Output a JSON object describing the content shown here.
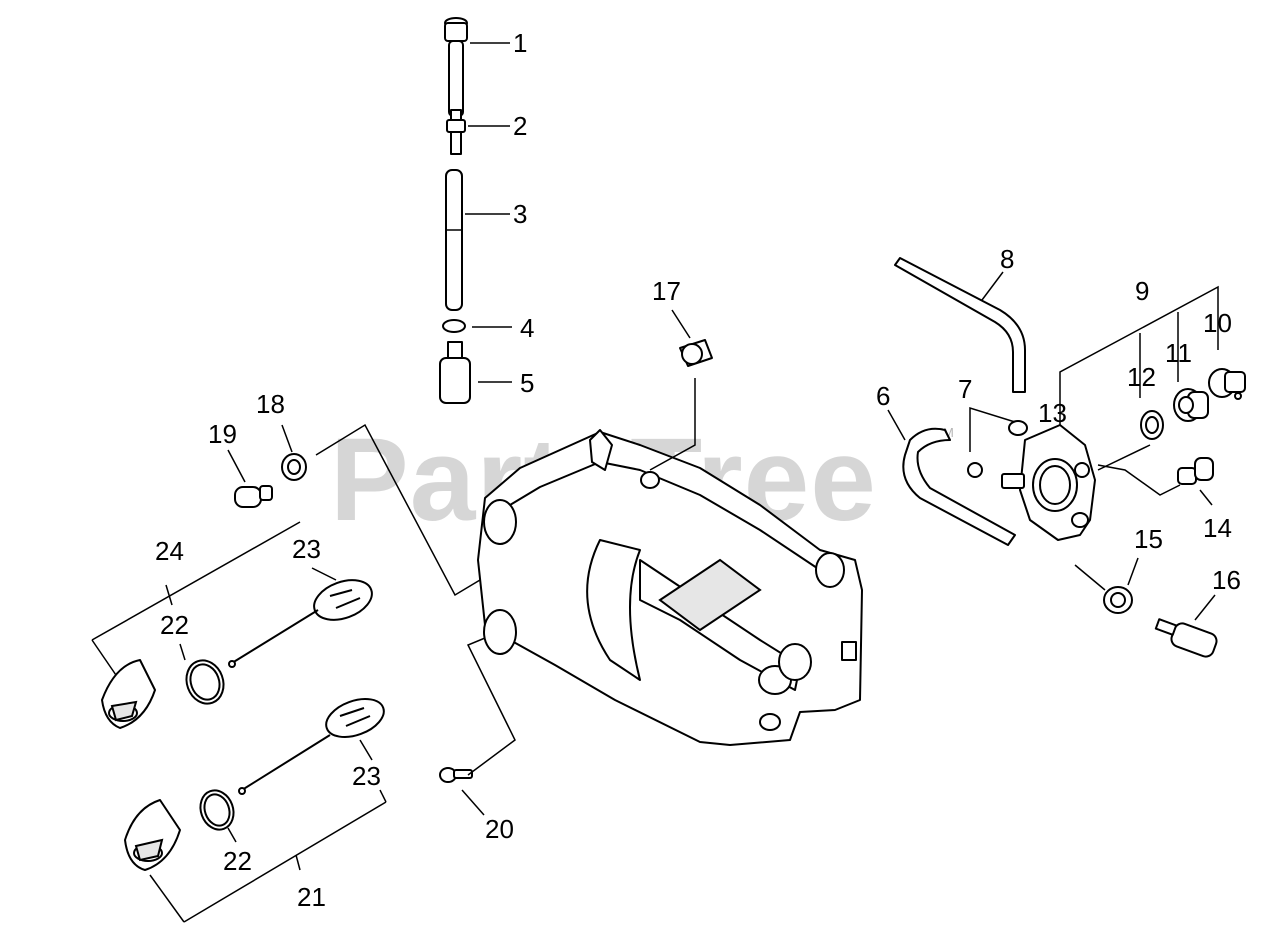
{
  "watermark": {
    "text": "PartsTree",
    "trademark": "TM"
  },
  "callouts": {
    "c1": "1",
    "c2": "2",
    "c3": "3",
    "c4": "4",
    "c5": "5",
    "c6": "6",
    "c7": "7",
    "c8": "8",
    "c9": "9",
    "c10": "10",
    "c11": "11",
    "c12": "12",
    "c13": "13",
    "c14": "14",
    "c15": "15",
    "c16": "16",
    "c17": "17",
    "c18": "18",
    "c19": "19",
    "c20": "20",
    "c21": "21",
    "c22a": "22",
    "c22b": "22",
    "c23a": "23",
    "c23b": "23",
    "c24": "24"
  }
}
